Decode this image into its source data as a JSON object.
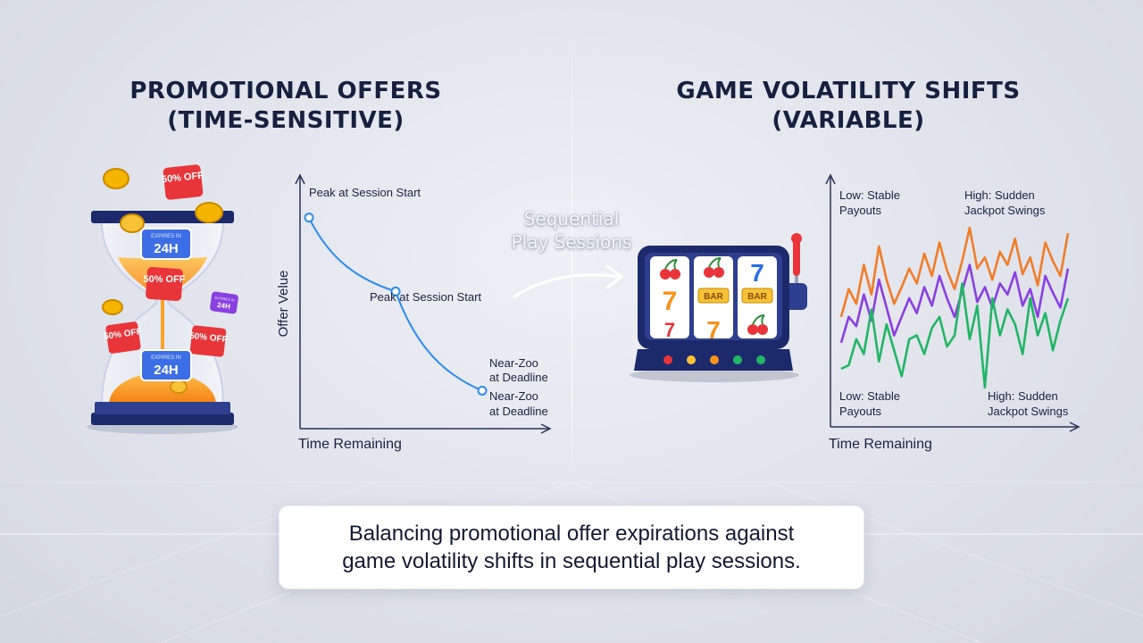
{
  "left_section": {
    "title_line1": "PROMOTIONAL OFFERS",
    "title_line2": "(TIME-SENSITIVE)",
    "hourglass_tags": [
      "50% OFF",
      "24H",
      "50% OFF",
      "50% OFF",
      "50% OFF",
      "24H",
      "24H"
    ],
    "hourglass_small_text": [
      "EXPIRES IN",
      "EXPIRES IN",
      "EXPIRES IN"
    ]
  },
  "right_section": {
    "title_line1": "GAME VOLATILITY SHIFTS",
    "title_line2": "(VARIABLE)",
    "slot_symbols": [
      "cherry",
      "cherry",
      "7",
      "7",
      "BAR",
      "BAR",
      "7",
      "7",
      "cherry"
    ]
  },
  "arrow": {
    "label_line1": "Sequential",
    "label_line2": "Play Sessions"
  },
  "caption": {
    "line1": "Balancing promotional offer expirations against",
    "line2": "game volatility shifts in sequential play sessions."
  },
  "colors": {
    "navy": "#1c2a6b",
    "orange": "#f7931e",
    "red_tag": "#e8353a",
    "blue_line": "#2b8cf0",
    "series_orange": "#ef7d2a",
    "series_purple": "#8a3fe0",
    "series_green": "#22b566"
  },
  "chart_data": [
    {
      "type": "line",
      "xlabel": "Time Remaining",
      "ylabel": "Offer Velue",
      "series": [
        {
          "values": [
            100,
            65,
            18
          ]
        }
      ],
      "x": [
        0,
        1,
        2
      ],
      "annotations": [
        "Peak at Session Start",
        "Peak at Session Start",
        "Near-Zoo",
        "at Deadline",
        "Near-Zoo",
        "at Deadline"
      ],
      "ylim": [
        0,
        110
      ],
      "grid": false
    },
    {
      "type": "line",
      "xlabel": "Time Remaining",
      "ylabel": "",
      "series": [
        {
          "color": "#ef7d2a",
          "values": [
            40,
            55,
            47,
            68,
            52,
            78,
            60,
            47,
            56,
            66,
            58,
            74,
            62,
            80,
            65,
            55,
            70,
            88,
            66,
            72,
            60,
            75,
            68,
            82,
            63,
            72,
            57,
            80,
            70,
            62,
            85
          ]
        },
        {
          "color": "#8a3fe0",
          "values": [
            26,
            40,
            35,
            52,
            38,
            60,
            45,
            30,
            40,
            50,
            42,
            56,
            46,
            62,
            50,
            40,
            54,
            68,
            48,
            56,
            45,
            58,
            52,
            64,
            46,
            55,
            40,
            62,
            53,
            45,
            66
          ]
        },
        {
          "color": "#22b566",
          "values": [
            12,
            14,
            28,
            20,
            44,
            16,
            36,
            22,
            8,
            28,
            30,
            20,
            34,
            40,
            24,
            30,
            58,
            28,
            46,
            2,
            50,
            30,
            44,
            36,
            20,
            50,
            30,
            42,
            22,
            38,
            50
          ]
        }
      ],
      "annotations": [
        "Low: Stable",
        "Payouts",
        "High: Sudden",
        "Jackpot Swings",
        "Low: Stable",
        "Payouts",
        "High: Sudden",
        "Jackpot Swings"
      ],
      "ylim": [
        0,
        100
      ],
      "grid": false
    }
  ]
}
